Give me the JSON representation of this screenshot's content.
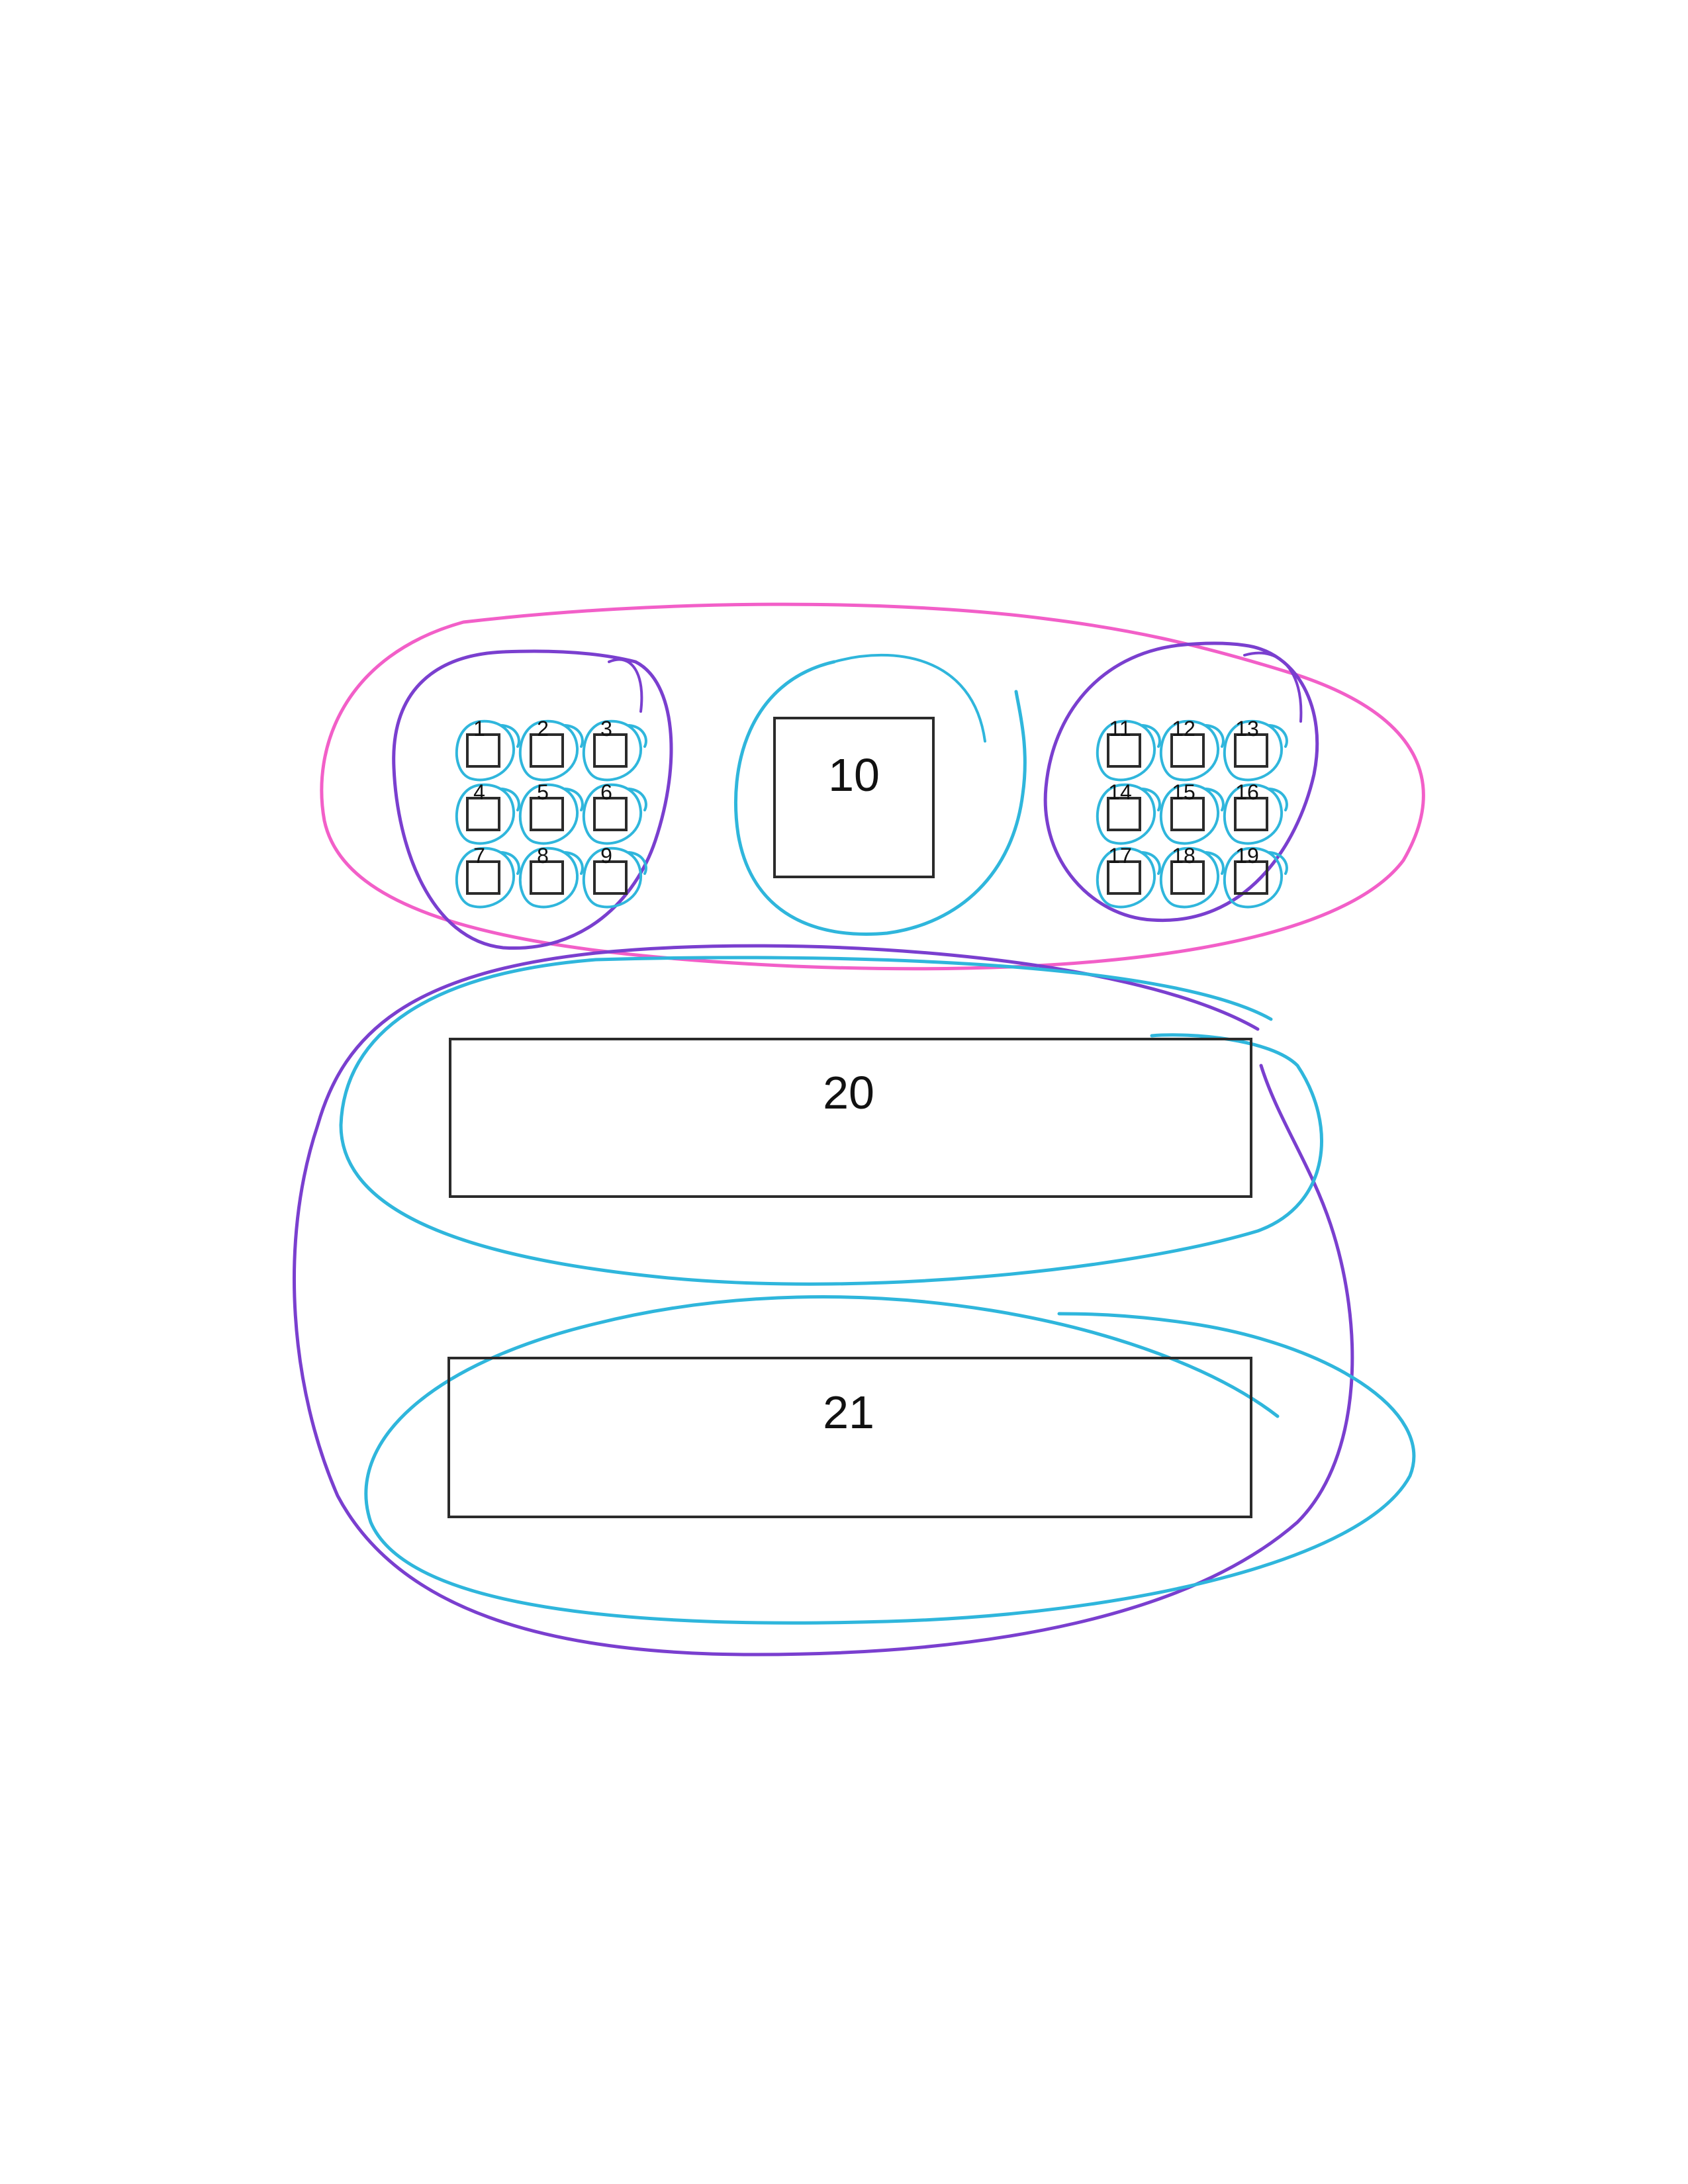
{
  "colors": {
    "outline_outer": "#f25fc8",
    "outline_group": "#7a3fcf",
    "outline_item": "#2fb6dc",
    "box_stroke": "#2b2b2b",
    "label_text": "#111111"
  },
  "small_boxes": [
    {
      "label": "1"
    },
    {
      "label": "2"
    },
    {
      "label": "3"
    },
    {
      "label": "4"
    },
    {
      "label": "5"
    },
    {
      "label": "6"
    },
    {
      "label": "7"
    },
    {
      "label": "8"
    },
    {
      "label": "9"
    },
    {
      "label": "11"
    },
    {
      "label": "12"
    },
    {
      "label": "13"
    },
    {
      "label": "14"
    },
    {
      "label": "15"
    },
    {
      "label": "16"
    },
    {
      "label": "17"
    },
    {
      "label": "18"
    },
    {
      "label": "19"
    }
  ],
  "center_box": {
    "label": "10"
  },
  "wide_boxes": [
    {
      "label": "20"
    },
    {
      "label": "21"
    }
  ]
}
